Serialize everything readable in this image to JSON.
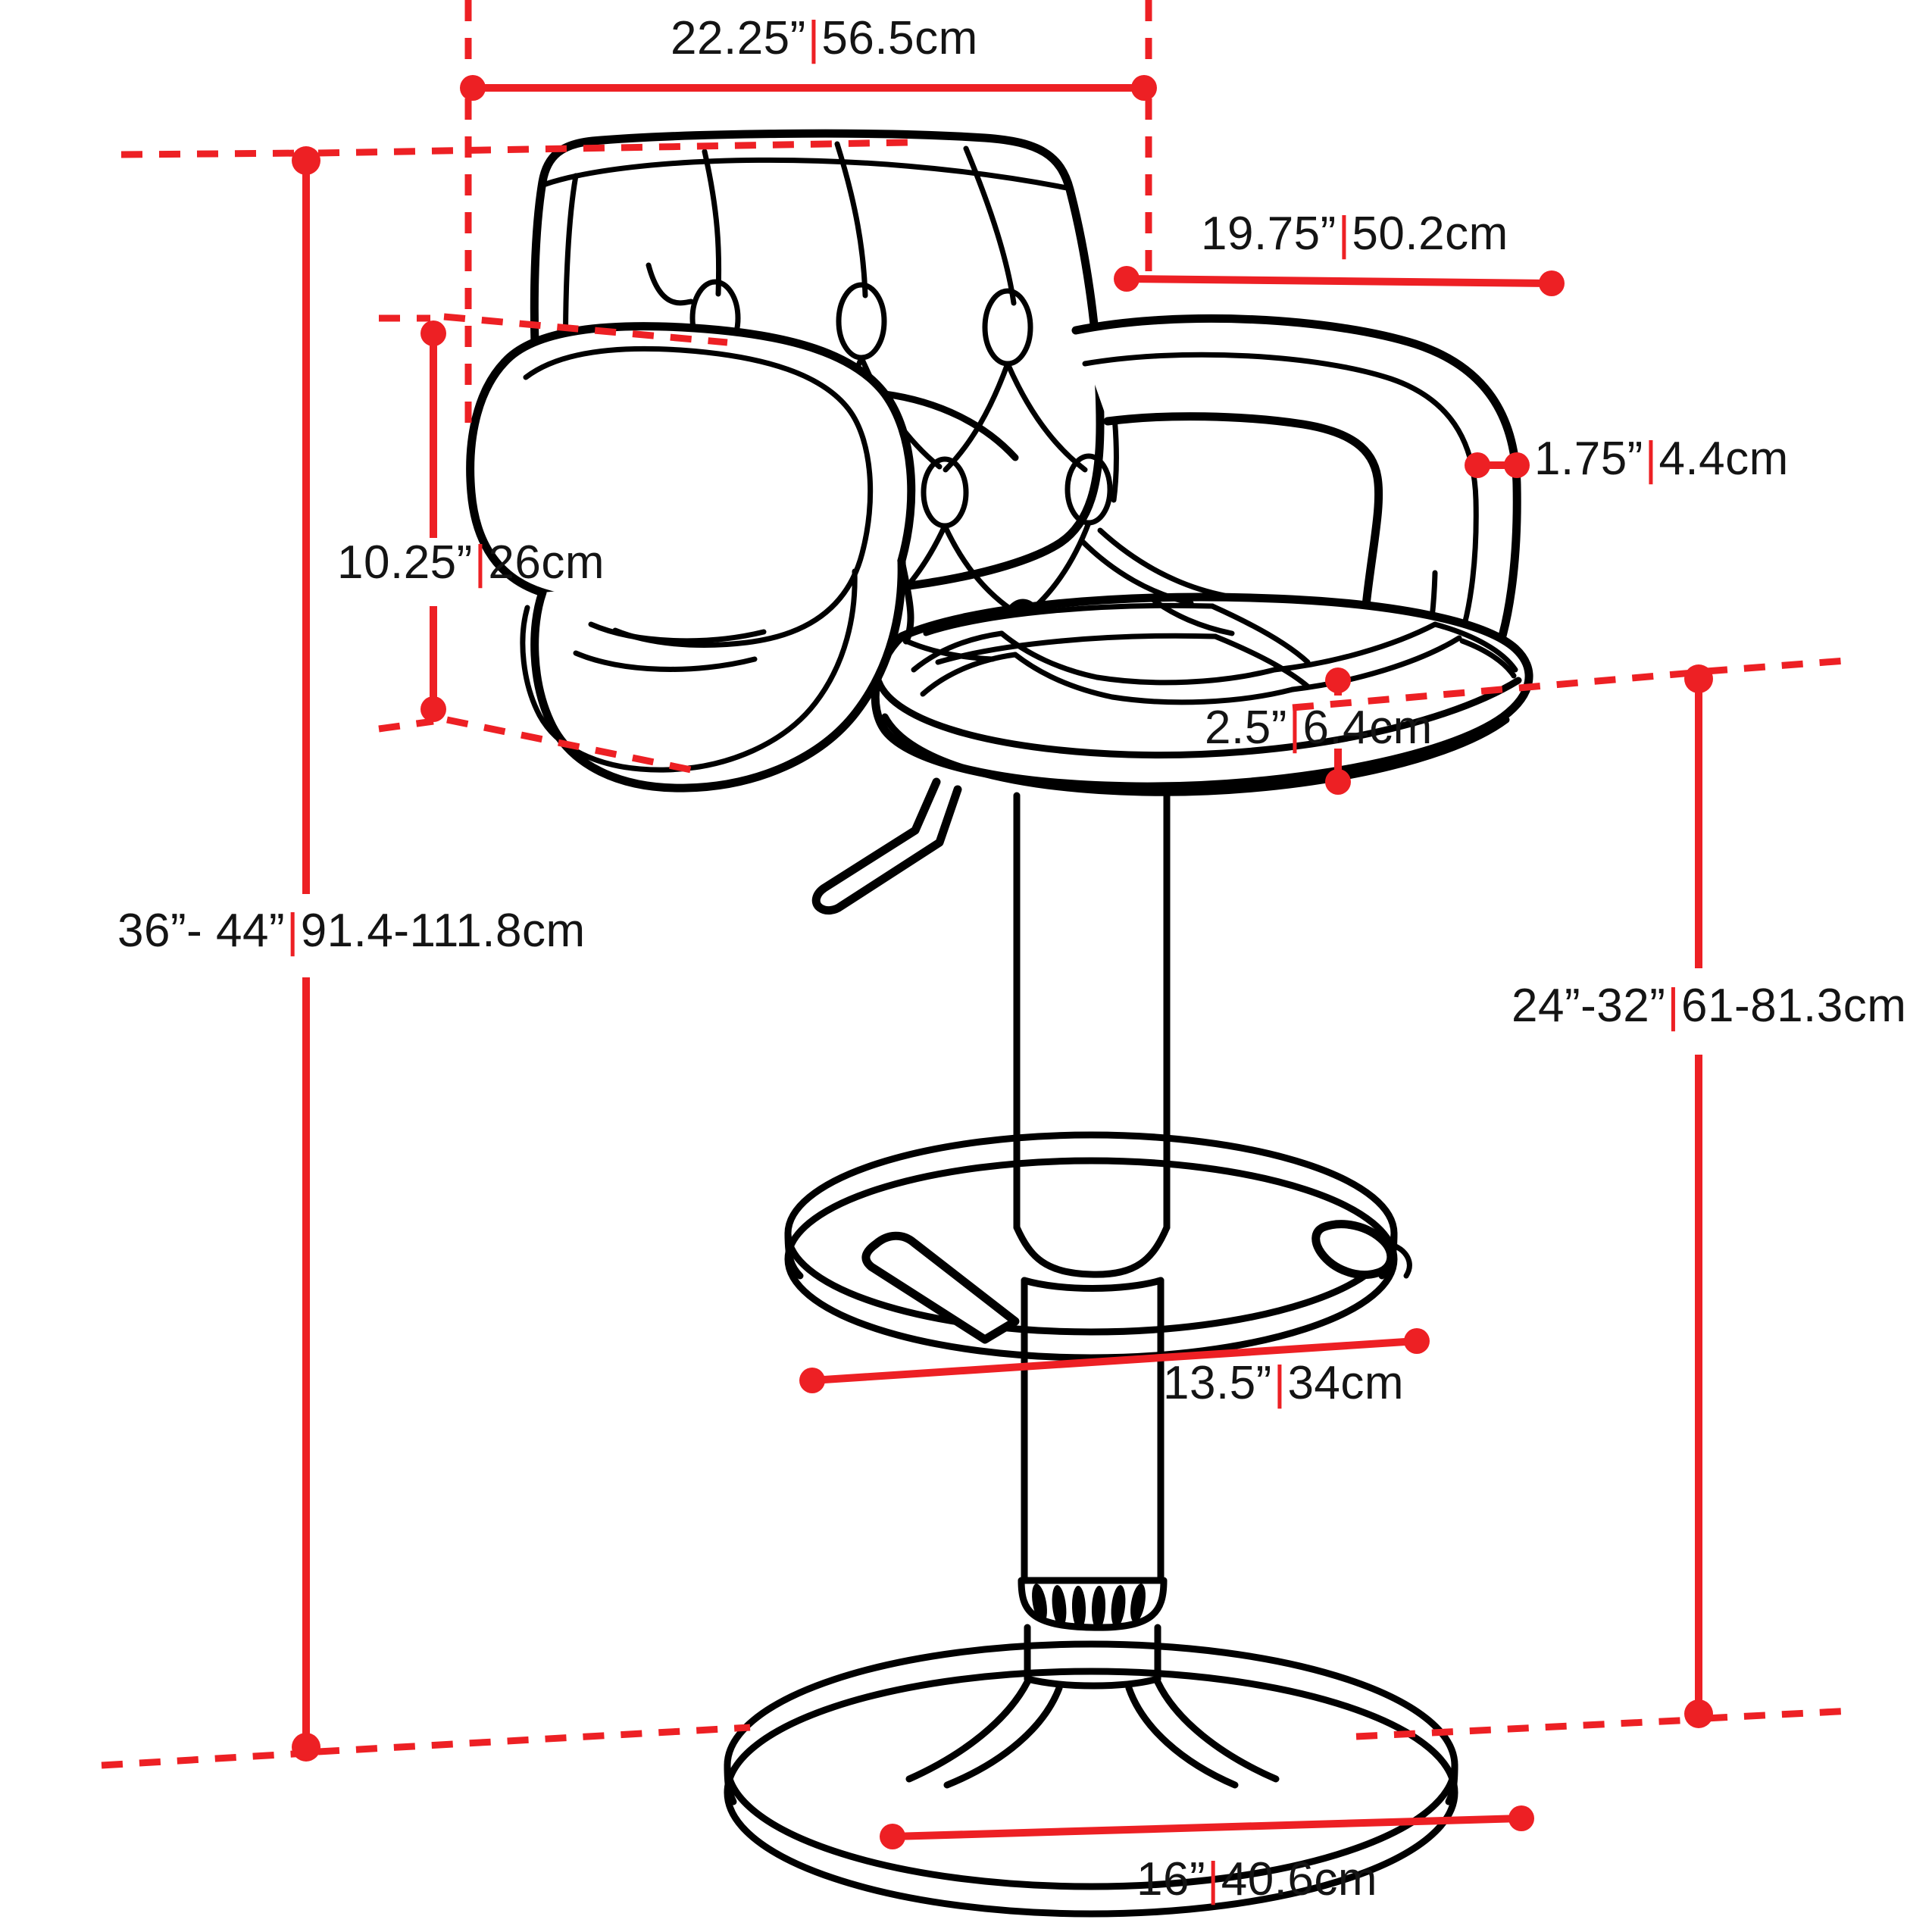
{
  "diagram": {
    "subject": "adjustable-height-swivel-bar-stool",
    "view": "front-three-quarter-outline",
    "stroke_color": "#000000",
    "dimension_color": "#ED2024",
    "background_color": "#FFFFFF"
  },
  "dimensions": {
    "overall_width": {
      "name": "overall-width",
      "inches": "22.25”",
      "separator": "|",
      "metric": "56.5cm",
      "orientation": "horizontal",
      "position": "top"
    },
    "overall_depth": {
      "name": "overall-depth",
      "inches": "19.75”",
      "separator": "|",
      "metric": "50.2cm",
      "orientation": "horizontal",
      "position": "upper-right"
    },
    "arm_thickness": {
      "name": "arm-thickness",
      "inches": "1.75”",
      "separator": "|",
      "metric": "4.4cm",
      "orientation": "horizontal",
      "position": "right"
    },
    "arm_height": {
      "name": "arm-height-from-seat",
      "inches": "10.25”",
      "separator": "|",
      "metric": "26cm",
      "orientation": "vertical",
      "position": "left"
    },
    "seat_thickness": {
      "name": "seat-cushion-thickness",
      "inches": "2.5”",
      "separator": "|",
      "metric": "6.4cm",
      "orientation": "vertical",
      "position": "center"
    },
    "overall_height": {
      "name": "overall-height-range",
      "inches": "36”- 44”",
      "separator": "|",
      "metric": "91.4-111.8cm",
      "orientation": "vertical",
      "position": "far-left"
    },
    "seat_height": {
      "name": "seat-height-range",
      "inches": "24”-32”",
      "separator": "|",
      "metric": "61-81.3cm",
      "orientation": "vertical",
      "position": "far-right"
    },
    "footring_diameter": {
      "name": "footring-diameter",
      "inches": "13.5”",
      "separator": "|",
      "metric": "34cm",
      "orientation": "diagonal",
      "position": "lower-center"
    },
    "base_diameter": {
      "name": "base-diameter",
      "inches": "16”",
      "separator": "|",
      "metric": "40.6cm",
      "orientation": "horizontal",
      "position": "bottom"
    }
  }
}
